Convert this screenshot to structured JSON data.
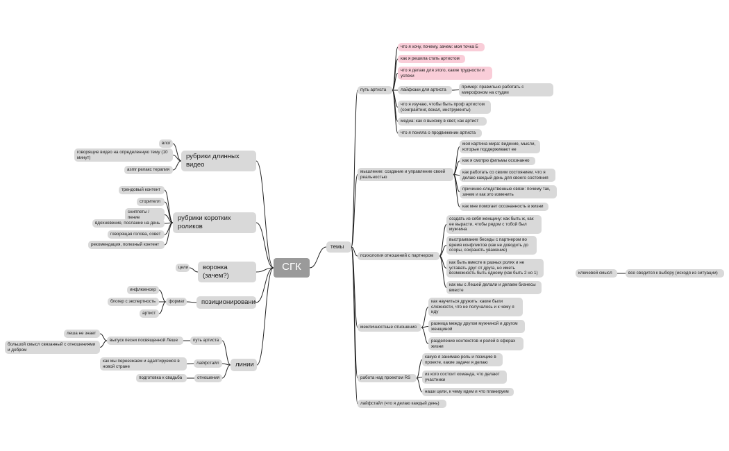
{
  "root": "СГК",
  "left": {
    "long_video": {
      "label": "рубрики длинных видео",
      "items": [
        "влог",
        "говорящие видео на определенную тему (10 минут)",
        "asmr релакс терапия"
      ]
    },
    "short_video": {
      "label": "рубрики коротких роликов",
      "items": [
        "трендовый контент",
        "сторителл",
        "сниппеты / пение",
        "вдохновение, послание на день",
        "говорящая голова, совет",
        "рекомендация, полезный контент"
      ]
    },
    "funnel": {
      "label": "воронка (зачем?)",
      "items": [
        "цели"
      ]
    },
    "positioning": {
      "label": "позиционирование",
      "format": "формат",
      "items": [
        "инфлюенсер",
        "блогер с экспертность",
        "артист"
      ]
    },
    "lines": {
      "label": "линии",
      "path": "путь артиста",
      "song": "выпуск песни посвященной Леше",
      "song_items": [
        "леша не знает",
        "большой смысл связанный с отношениями и добром"
      ],
      "lifestyle": "лайфстайл",
      "lifestyle_item": "как мы переезжаем и адаптируемся в новой стране",
      "relations": "отношения",
      "relations_item": "подготовка к свадьба"
    }
  },
  "right": {
    "topics": {
      "label": "темы",
      "artist_path": {
        "label": "путь артиста",
        "items": [
          "что я хочу, почему, зачем: моя точка Б",
          "как я решила стать артистом",
          "что я делаю для этого, какие трудности и успехи",
          "лайфхаки для артиста",
          "что я изучаю, чтобы быть проф артистом (сонграйтинг, вокал, инструменты)",
          "медиа: как я выхожу в свет, как артист",
          "что я поняла о продвижении артиста"
        ],
        "lifehack_example": "пример: правильно работать с микрофоном на студии"
      },
      "mindset": {
        "label": "мышление: создание и управление своей реальностью",
        "items": [
          "моя картина мира: видение, мысли, которые поддерживают ее",
          "как я смотрю фильмы осознанно",
          "как работать со своим состоянием. что я делаю каждый день для своего состояния",
          "причинно-следственные связи: почему так, зачем и как это изменить",
          "как мне помогает осознанность в жизни"
        ]
      },
      "psychology": {
        "label": "психология отношений с партнером",
        "items": [
          "создать из себя женщину: как быть ж, как ее вырасти, чтобы рядом с тобой был мужчина",
          "выстраивание беседы с партнером во время конфликтов (как не доводить до ссоры, сохранять уважение)",
          "как быть вместе в разных ролях и не уставать друг от друга, но иметь возможность быть одному (как быть 2 но 1)",
          "как мы с Лешей делали и делаем бизнесы вместе"
        ]
      },
      "interpersonal": {
        "label": "межличностные отношения",
        "items": [
          "как научиться дружить: какие были сложности, что не получалось и к чему я иду",
          "разница между другом мужчиной и другом женщиной",
          "разделение контекстов и ролей в сферах жизни"
        ]
      },
      "project": {
        "label": "работа над проектом RS",
        "items": [
          "какую я занимаю роль и позицию в проекте, какие задачи я делаю",
          "из кого состоит команда, что делают участники",
          "наши цели, к чему идем и что планируем"
        ]
      },
      "daily": "лайфстайл (что я делаю каждый день)"
    }
  },
  "floating": {
    "key": "ключевой смысл",
    "value": "все сводится к выбору (исходя из ситуации)"
  },
  "colors": {
    "node": "#d9d9d9",
    "highlight": "#f9cdd8",
    "root": "#9a9a9a",
    "line": "#222222"
  }
}
